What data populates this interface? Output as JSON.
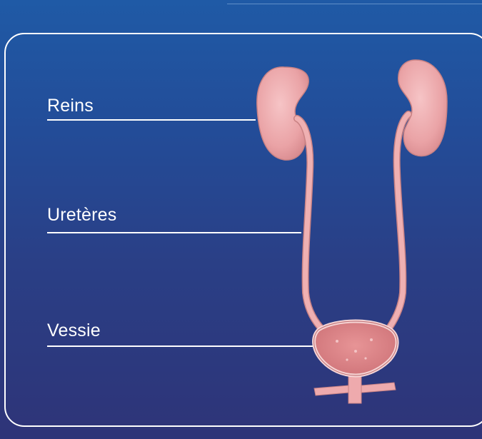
{
  "diagram": {
    "labels": {
      "kidneys": "Reins",
      "ureters": "Uretères",
      "bladder": "Vessie"
    }
  },
  "colors": {
    "background_top": "#1f5aa6",
    "background_bottom": "#2e3478",
    "organ_fill": "#f0aeb0",
    "organ_outline": "#c98284",
    "line": "#ffffff"
  }
}
